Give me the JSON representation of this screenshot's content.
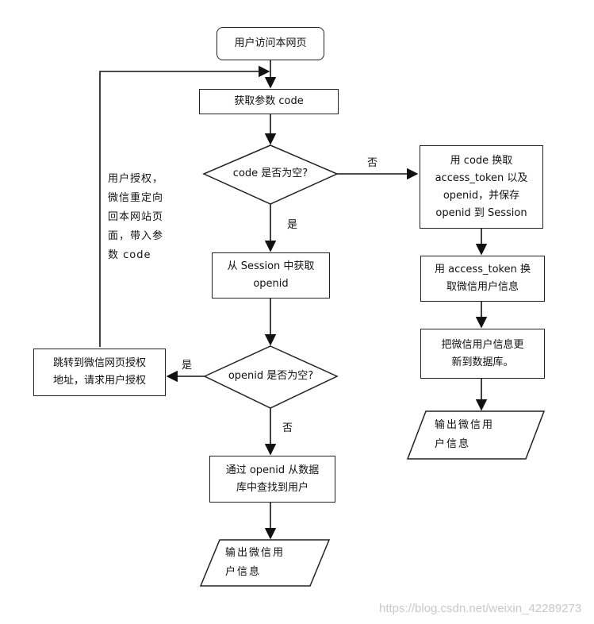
{
  "nodes": {
    "start": "用户访问本网页",
    "get_code": "获取参数 code",
    "code_empty": "code 是否为空?",
    "get_token": "用 code 换取\naccess_token 以及\nopenid，并保存\nopenid 到 Session",
    "get_userinfo": "用 access_token 换\n取微信用户信息",
    "update_db": "把微信用户信息更\n新到数据库。",
    "output_right": "输出微信用\n户信息",
    "session_openid": "从 Session 中获取\nopenid",
    "openid_empty": "openid 是否为空?",
    "redirect_auth": "跳转到微信网页授权\n地址，请求用户授权",
    "find_user": "通过 openid 从数据\n库中查找到用户",
    "output_bottom": "输出微信用\n户信息"
  },
  "edge_labels": {
    "code_no": "否",
    "code_yes": "是",
    "openid_yes": "是",
    "openid_no": "否",
    "loop_back": "用户授权，\n微信重定向\n回本网站页\n面，带入参\n数 code"
  },
  "watermark": "https://blog.csdn.net/weixin_42289273"
}
